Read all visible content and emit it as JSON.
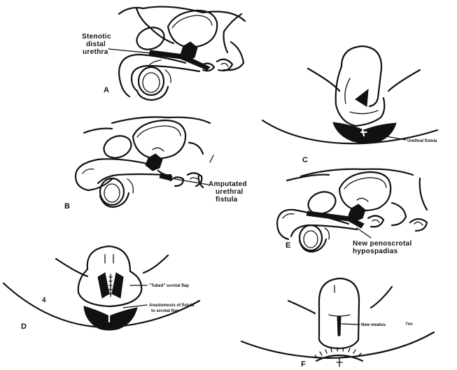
{
  "panels": {
    "a": {
      "letter": "A",
      "labels": [
        "Stenotic",
        "distal",
        "urethra"
      ]
    },
    "b": {
      "letter": "B",
      "labels": [
        "Amputated",
        "urethral",
        "fistula"
      ]
    },
    "c": {
      "letter": "C",
      "labels": [
        "Urethral fistula"
      ]
    },
    "d": {
      "letter": "D",
      "mark": "4",
      "labels": [
        "\"Tubed\" scrotal flap",
        "Anastomosis of fistula",
        "to scrotal flap"
      ]
    },
    "e": {
      "letter": "E",
      "labels": [
        "New penoscrotal",
        "hypospadias"
      ]
    },
    "f": {
      "letter": "F",
      "labels": [
        "New meatus",
        "?nv"
      ]
    }
  }
}
